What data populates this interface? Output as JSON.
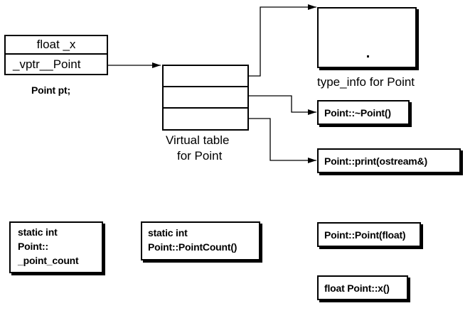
{
  "point_object": {
    "field_x": "float _x",
    "field_vptr": "_vptr__Point",
    "caption": "Point pt;"
  },
  "vtable": {
    "caption_line1": "Virtual table",
    "caption_line2": "for Point",
    "slot_count": 3
  },
  "type_info": {
    "label": "type_info for Point"
  },
  "functions": {
    "destructor": "Point::~Point()",
    "print": "Point::print(ostream&)",
    "constructor": "Point::Point(float)",
    "x_accessor": "float Point::x()"
  },
  "static_member": {
    "line1": "static int",
    "line2": "Point::",
    "line3": "_point_count"
  },
  "static_function": {
    "line1": "static int",
    "line2": "Point::PointCount()"
  }
}
